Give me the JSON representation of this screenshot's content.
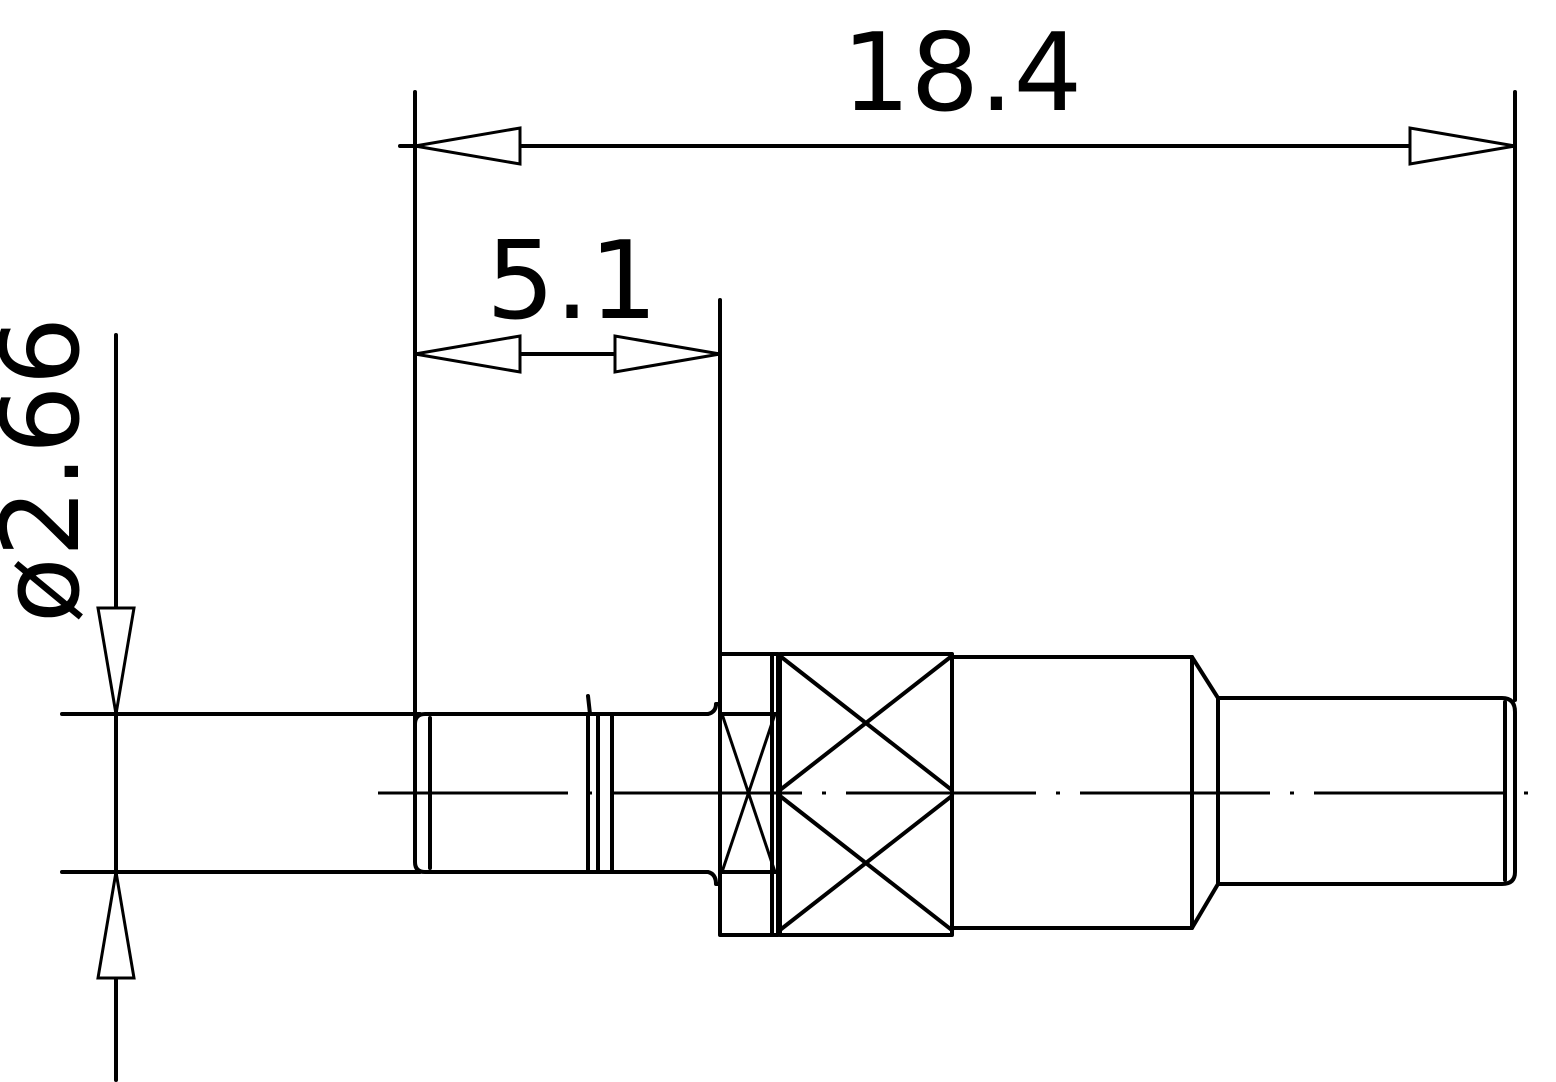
{
  "dimensions": {
    "overall_length": "18.4",
    "front_length": "5.1",
    "pin_diameter": "ø2.66"
  },
  "colors": {
    "line": "#000000",
    "background": "#ffffff"
  }
}
